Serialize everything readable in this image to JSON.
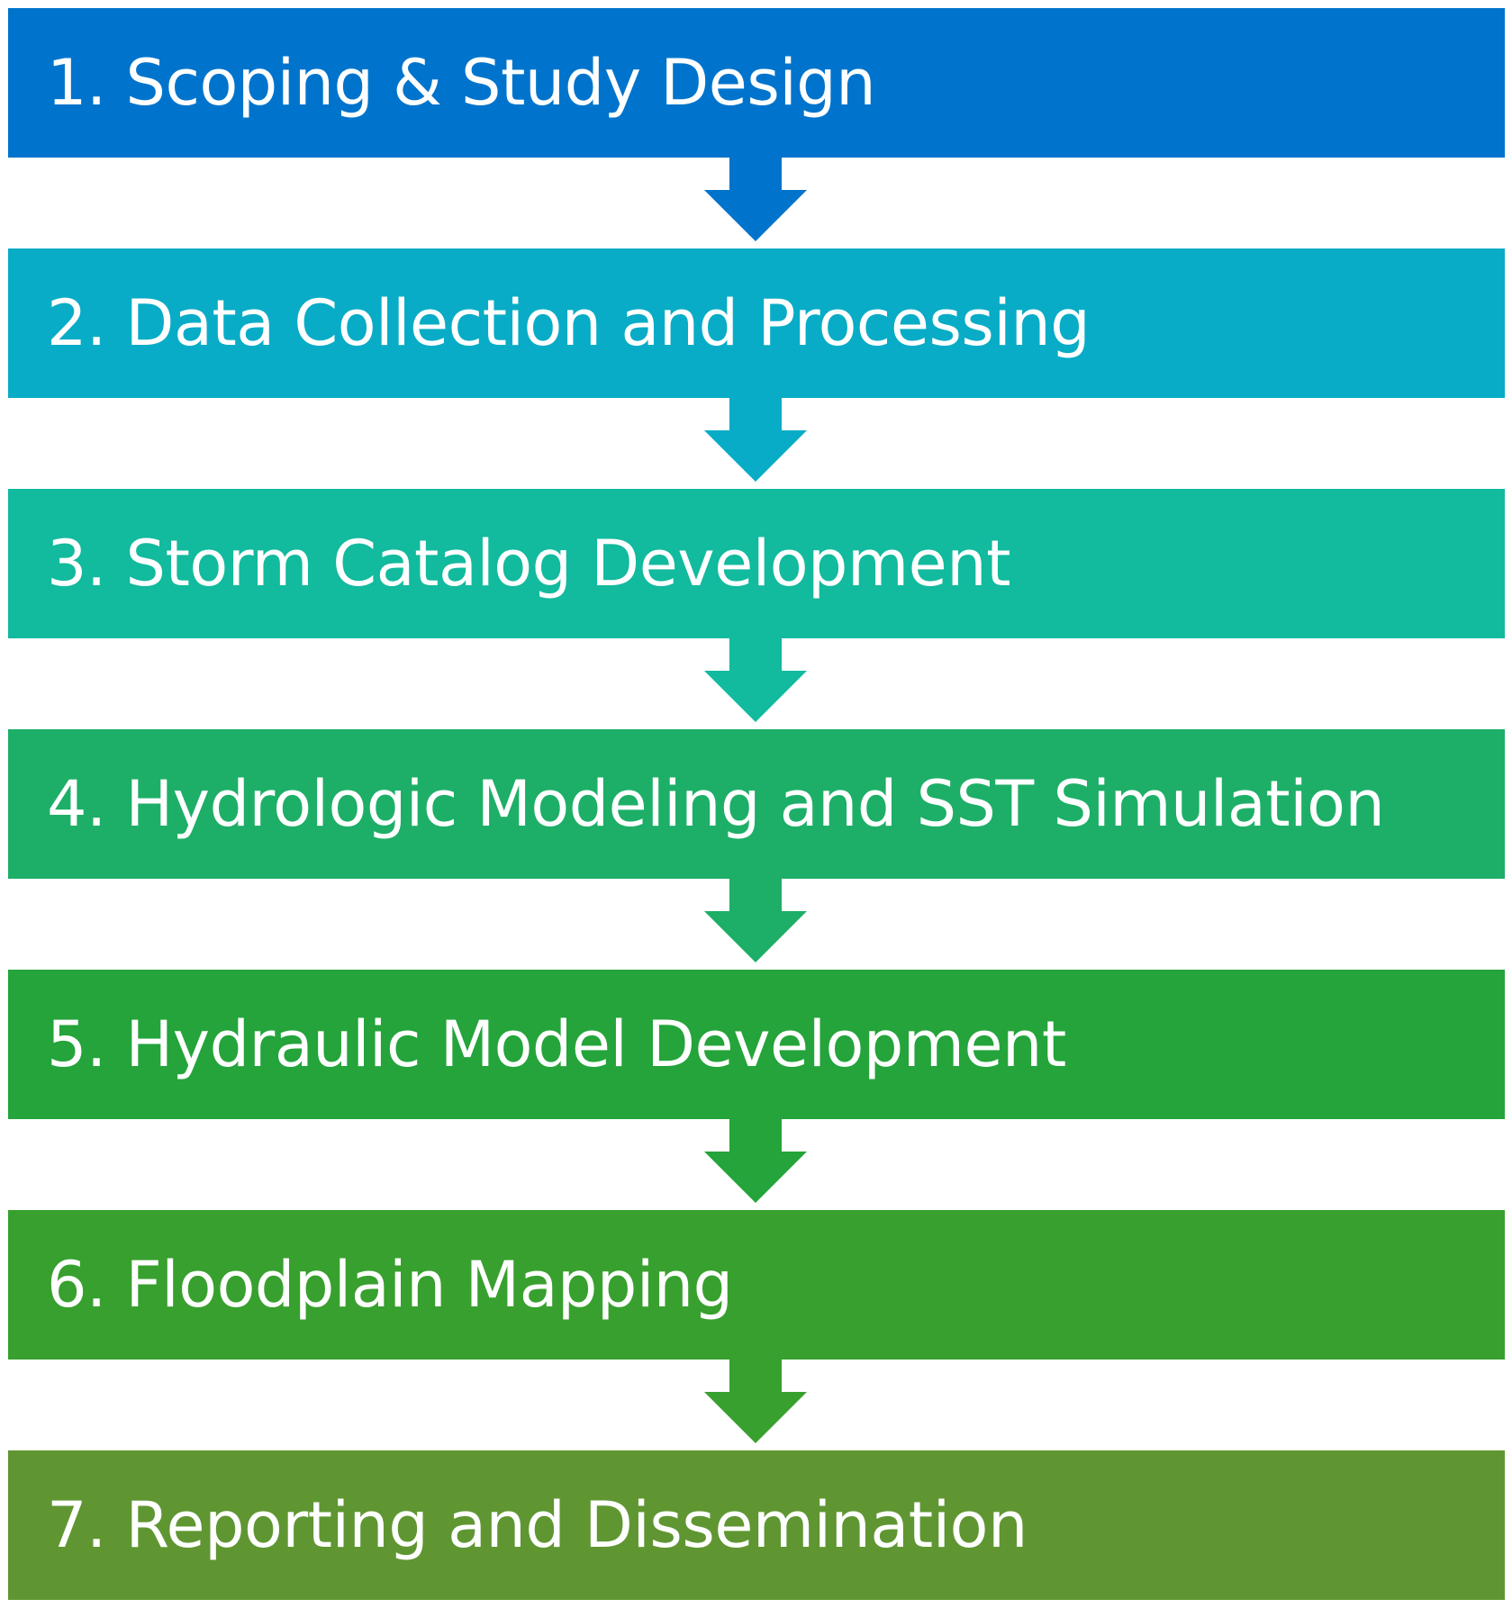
{
  "steps": [
    {
      "label": "1. Scoping & Study Design",
      "color": "#0074CC"
    },
    {
      "label": "2. Data Collection and Processing",
      "color": "#08ACC6"
    },
    {
      "label": "3. Storm Catalog Development",
      "color": "#12BA9E"
    },
    {
      "label": "4. Hydrologic Modeling and SST Simulation",
      "color": "#1DAF67"
    },
    {
      "label": "5. Hydraulic Model Development",
      "color": "#24A43A"
    },
    {
      "label": "6. Floodplain Mapping",
      "color": "#38A02E"
    },
    {
      "label": "7. Reporting and Dissemination",
      "color": "#5F9632"
    }
  ]
}
